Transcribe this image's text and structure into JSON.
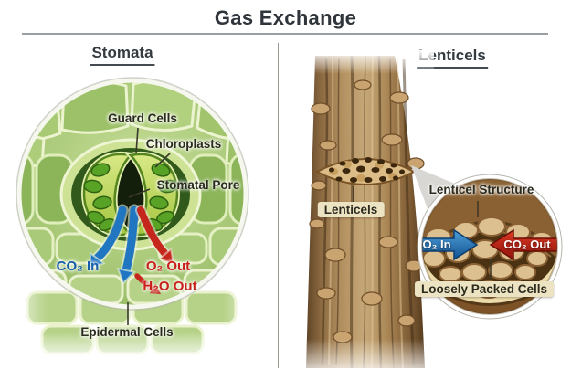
{
  "title": "Gas Exchange",
  "panels": {
    "stomata": {
      "heading": "Stomata",
      "labels": {
        "guard_cells": "Guard Cells",
        "chloroplasts": "Chloroplasts",
        "stomatal_pore": "Stomatal Pore",
        "co2_in": "CO₂ In",
        "o2_out": "O₂ Out",
        "h2o_out": "H₂O Out",
        "epidermal_cells": "Epidermal Cells"
      }
    },
    "lenticels": {
      "heading": "Lenticels",
      "labels": {
        "lenticels": "Lenticels",
        "lenticel_structure": "Lenticel Structure",
        "o2_in": "O₂ In",
        "co2_out": "CO₂ Out",
        "loosely_packed_cells": "Loosely Packed Cells"
      }
    }
  },
  "colors": {
    "inflow_arrow_blue": "#1d71bd",
    "outflow_arrow_red": "#c5271c",
    "leaf_green": "#9cc06a",
    "bark_brown": "#a8875c",
    "label_text": "#2b2a1f",
    "heading_text": "#333a40"
  }
}
